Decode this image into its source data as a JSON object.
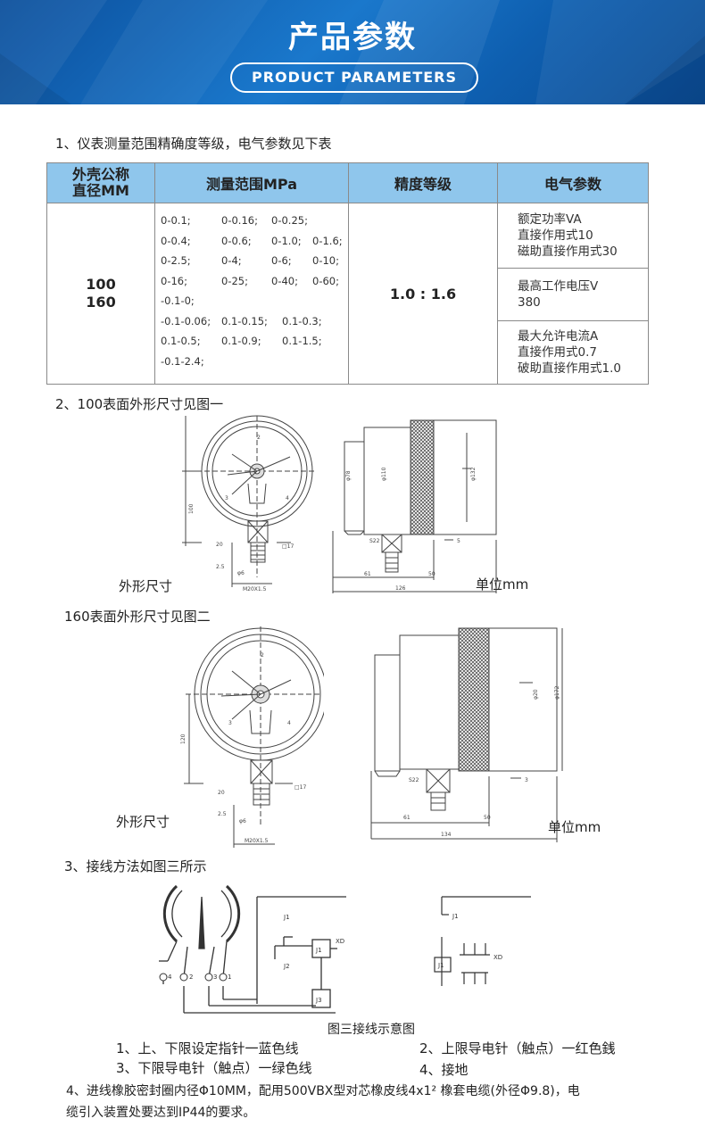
{
  "banner": {
    "title": "产品参数",
    "subtitle": "PRODUCT PARAMETERS"
  },
  "section1": {
    "heading": "1、仪表测量范围精确度等级，电气参数见下表"
  },
  "table": {
    "headers": [
      "外壳公称\n直径MM",
      "测量范围MPa",
      "精度等级",
      "电气参数"
    ],
    "diameters": "100\n160",
    "ranges": [
      [
        "0-0.1;",
        "0-0.16;",
        "0-0.25;",
        ""
      ],
      [
        "0-0.4;",
        "0-0.6;",
        "0-1.0;",
        "0-1.6;"
      ],
      [
        "0-2.5;",
        "0-4;",
        "0-6;",
        "0-10;"
      ],
      [
        "0-16;",
        "0-25;",
        "0-40;",
        "0-60;"
      ],
      [
        "-0.1-0;",
        "",
        "",
        ""
      ],
      [
        "-0.1-0.06;",
        "0.1-0.15;",
        "0.1-0.3;",
        ""
      ],
      [
        "0.1-0.5;",
        "0.1-0.9;",
        "0.1-1.5;",
        ""
      ],
      [
        "-0.1-2.4;",
        "",
        "",
        ""
      ]
    ],
    "accuracy": "1.0 : 1.6",
    "electrical": [
      [
        "额定功率VA",
        "直接作用式10",
        "磁助直接作用式30"
      ],
      [
        "最高工作电压V",
        "380"
      ],
      [
        "最大允许电流A",
        "直接作用式0.7",
        "破助直接作用式1.0"
      ]
    ]
  },
  "section2": {
    "heading": "2、100表面外形尺寸见图一",
    "left_caption": "外形尺寸",
    "right_caption": "单位mm",
    "dims": {
      "d1": "φ78",
      "d2": "φ110",
      "d3": "φ132",
      "h1": "100",
      "h2": "20",
      "h3": "2.5",
      "thread": "M20X1.5",
      "hex": "□17",
      "w1": "61",
      "w2": "50",
      "w3": "126",
      "s22": "S22",
      "s5": "5",
      "d6": "φ6"
    }
  },
  "section2b": {
    "heading": "160表面外形尺寸见图二",
    "left_caption": "外形尺寸",
    "right_caption": "单位mm",
    "dims": {
      "d1": "φ20",
      "d2": "φ172",
      "h1": "120",
      "h2": "20",
      "h3": "2.5",
      "thread": "M20X1.5",
      "hex": "□17",
      "w1": "61",
      "w2": "50",
      "w3": "134",
      "s22": "S22",
      "s3": "3",
      "d6": "φ6"
    }
  },
  "section3": {
    "heading": "3、接线方法如图三所示",
    "figure_caption": "图三接线示意图",
    "terminals": [
      "4",
      "2",
      "3",
      "1"
    ],
    "labels": {
      "j1": "J1",
      "j2": "J2",
      "k": "J3",
      "xd": "XD",
      "relay": "J1"
    },
    "legend": [
      "1、上、下限设定指针一蓝色线",
      "2、上限导电针（触点）一红色銭",
      "3、下限导电针（触点）一绿色线",
      "4、接地"
    ]
  },
  "section4": {
    "line1": "4、进线橡胶密封圈内径Φ10MM，配用500VBX型对芯橡皮线4x1² 橡套电缆(外径Φ9.8)，电",
    "line2": "缆引入装置处要达到IP44的要求。"
  },
  "colors": {
    "banner": "#1a78cc",
    "table_header": "#8fc6ec",
    "border": "#8a8a8a"
  }
}
